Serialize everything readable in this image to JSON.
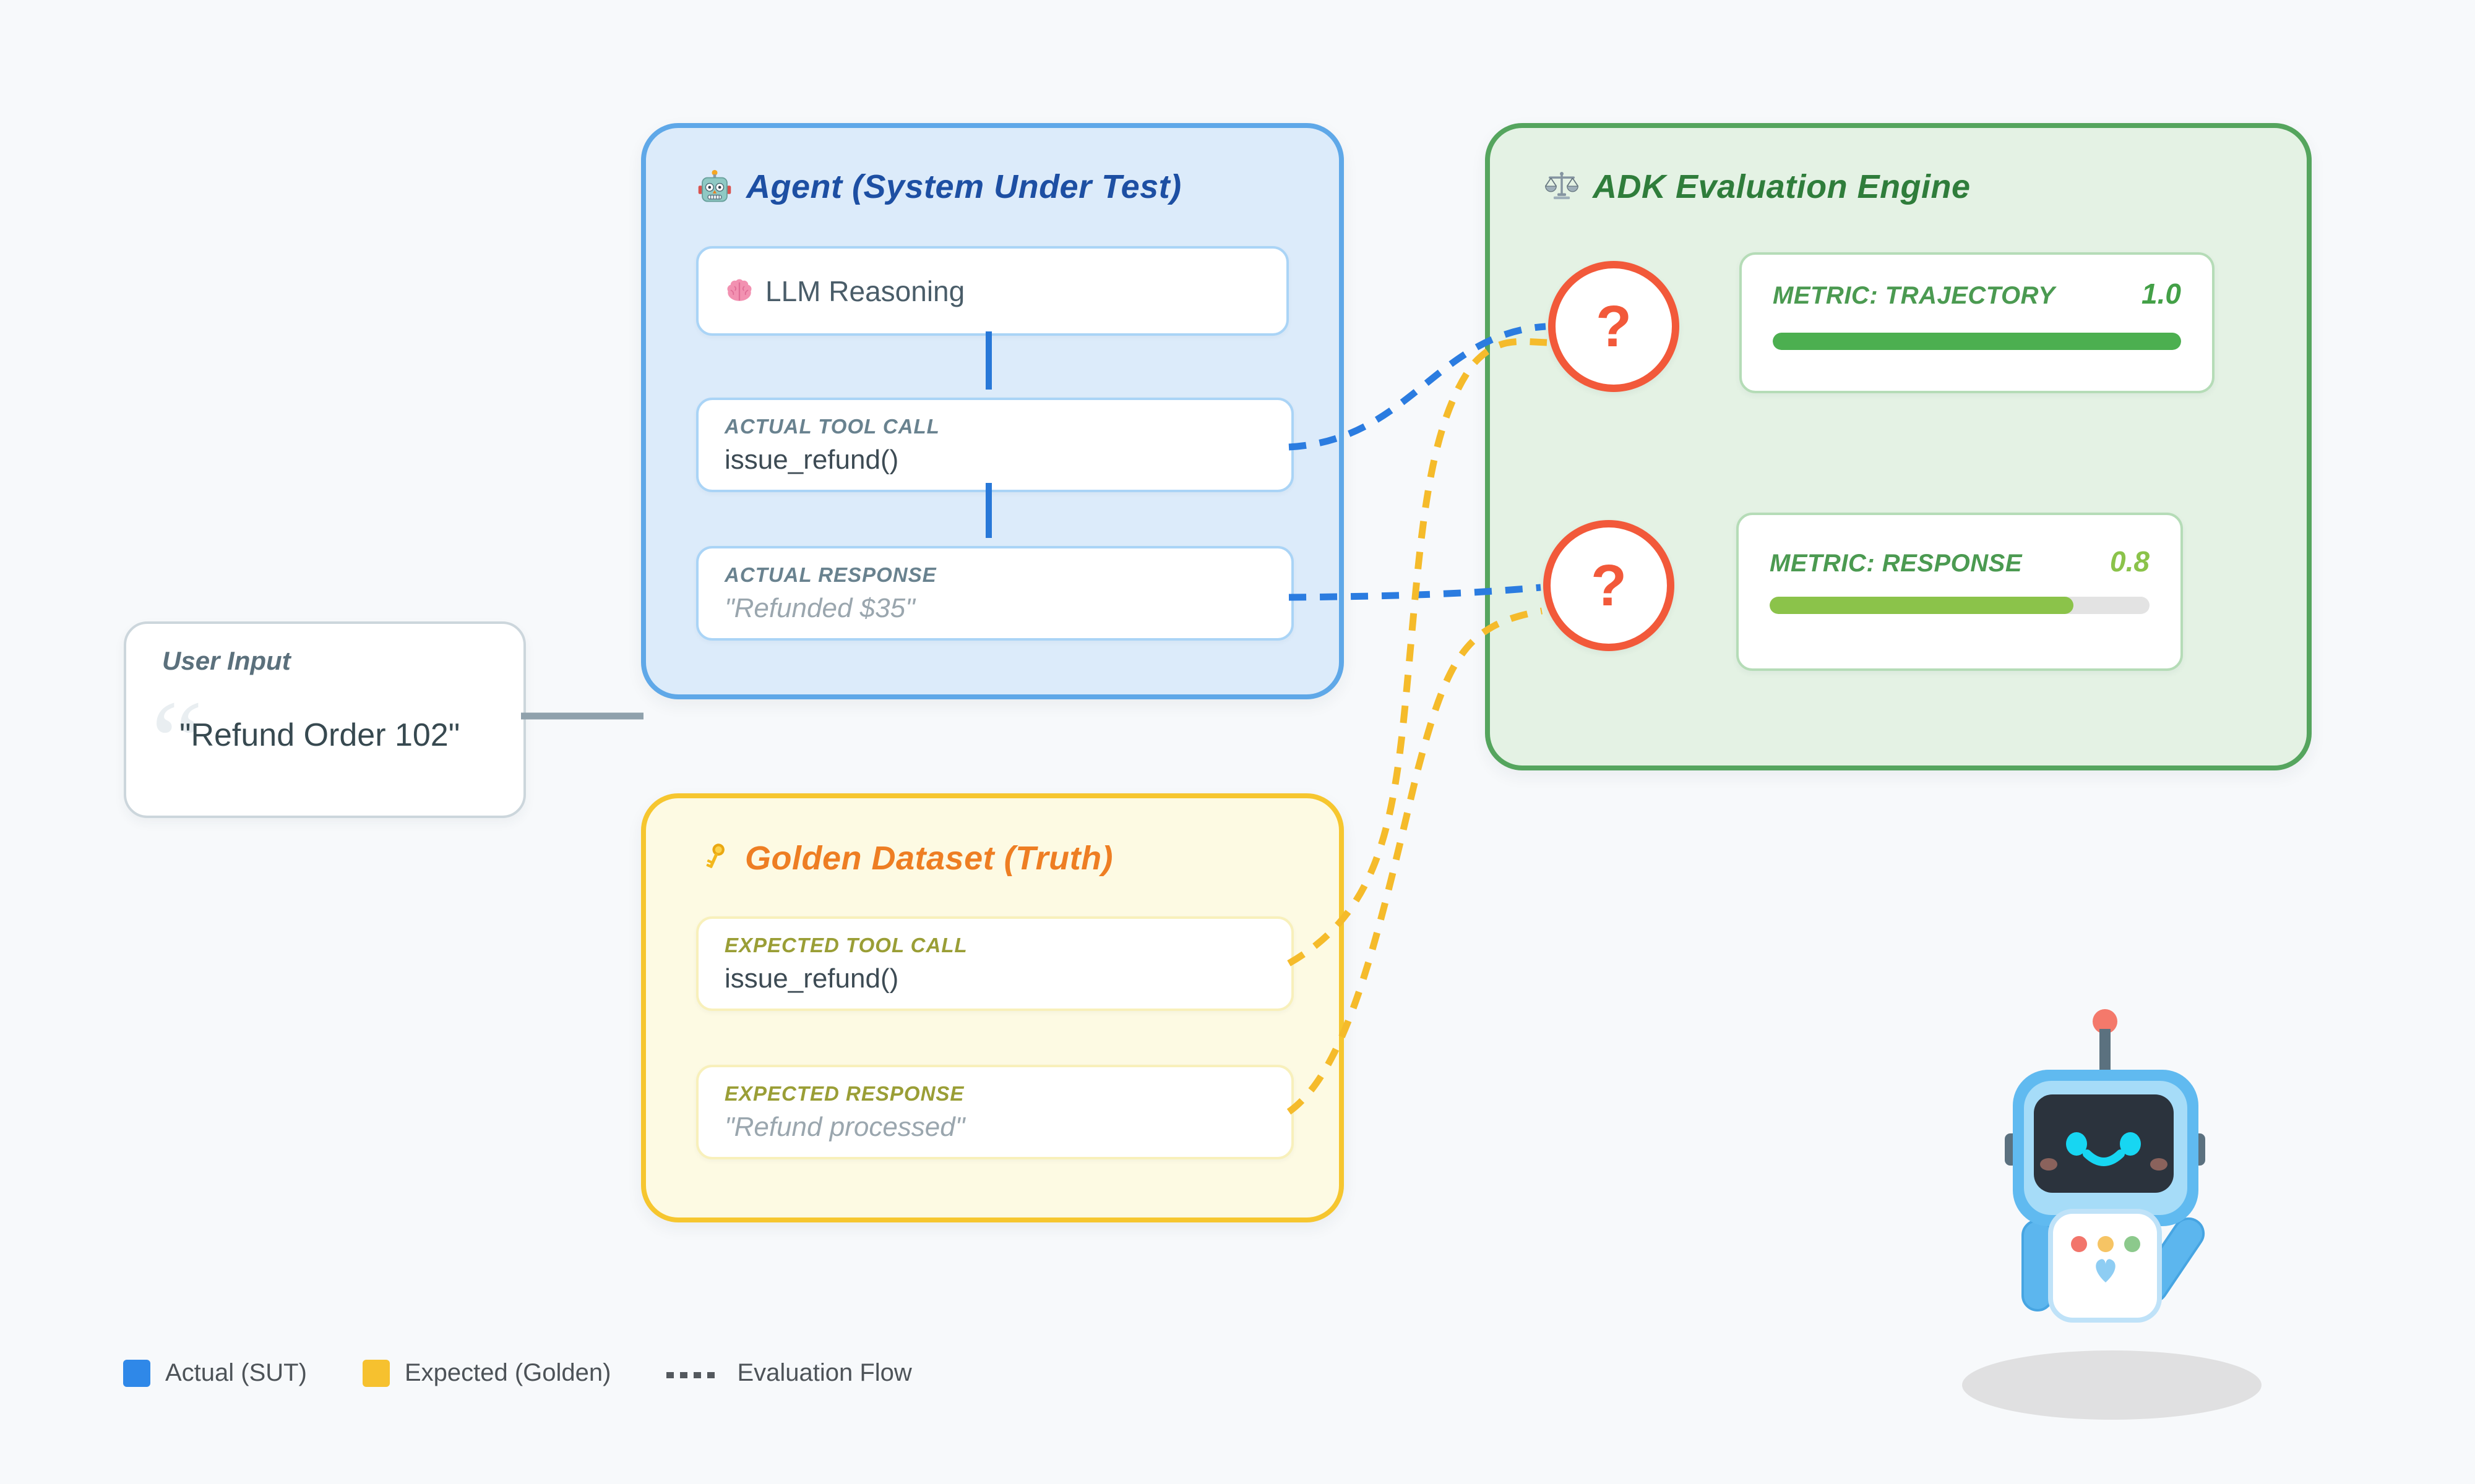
{
  "user_input": {
    "label": "User Input",
    "value": "\"Refund Order 102\"",
    "ghost_quote": "“"
  },
  "agent": {
    "title": "Agent (System Under Test)",
    "title_icon": "robot-emoji-icon",
    "reasoning_card": {
      "icon": "brain-icon",
      "text": "LLM Reasoning"
    },
    "tool_card": {
      "label": "ACTUAL TOOL CALL",
      "value": "issue_refund()"
    },
    "response_card": {
      "label": "ACTUAL RESPONSE",
      "value": "\"Refunded $35\""
    }
  },
  "golden": {
    "title": "Golden Dataset (Truth)",
    "title_icon": "key-icon",
    "tool_card": {
      "label": "EXPECTED TOOL CALL",
      "value": "issue_refund()"
    },
    "response_card": {
      "label": "EXPECTED RESPONSE",
      "value": "\"Refund processed\""
    }
  },
  "engine": {
    "title": "ADK Evaluation Engine",
    "title_icon": "scales-icon",
    "comparator_1": "?",
    "comparator_2": "?",
    "metrics": [
      {
        "label": "METRIC: TRAJECTORY",
        "value": "1.0",
        "progress": 1.0,
        "bar_color": "#4caf50",
        "value_color": "#43a047"
      },
      {
        "label": "METRIC: RESPONSE",
        "value": "0.8",
        "progress": 0.8,
        "bar_color": "#8bc34a",
        "value_color": "#8bc34a"
      }
    ]
  },
  "legend": {
    "actual": {
      "label": "Actual (SUT)",
      "swatch_color": "#2f88e8"
    },
    "expected": {
      "label": "Expected (Golden)",
      "swatch_color": "#f6c12f"
    },
    "flow": {
      "label": "Evaluation Flow",
      "dash_color": "#54595e"
    }
  },
  "colors": {
    "background": "#f7f9fb",
    "agent_fill": "#dcebfa",
    "agent_border": "#5fa8e8",
    "agent_title": "#1d4fa3",
    "golden_fill": "#fdfae3",
    "golden_border": "#f6c62f",
    "golden_title": "#ee7e23",
    "engine_fill": "#e4f2e4",
    "engine_border": "#55a55e",
    "engine_title": "#2f7d3b",
    "comparator": "#f2593a",
    "actual_flow": "#2b7ce0",
    "expected_flow": "#f5bb2b",
    "input_link": "#8fa1ac"
  }
}
